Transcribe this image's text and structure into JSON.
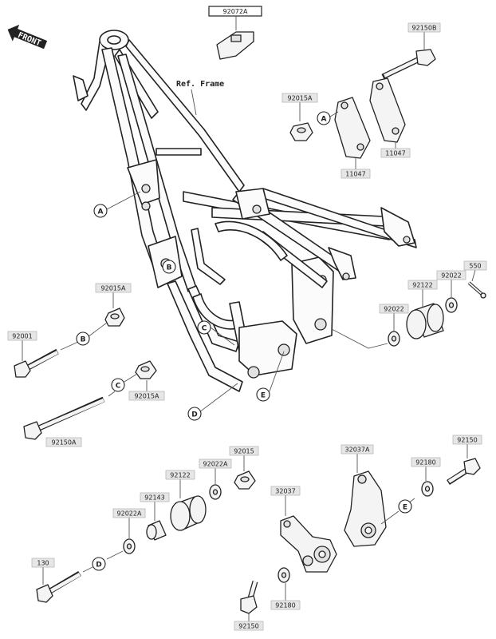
{
  "front_label": "FRONT",
  "ref_frame_label": "Ref. Frame",
  "part_labels": {
    "p92072A": "92072A",
    "p92150B": "92150B",
    "p92015A_top": "92015A",
    "p11047_a": "11047",
    "p11047_b": "11047",
    "p92015A_left": "92015A",
    "p92001": "92001",
    "p92015A_mid": "92015A",
    "p92150A": "92150A",
    "p550": "550",
    "p92022_r1": "92022",
    "p92122_r": "92122",
    "p92022_r2": "92022",
    "p92015_b": "92015",
    "p92022A_b": "92022A",
    "p92122_b": "92122",
    "p92143": "92143",
    "p92022A_l": "92022A",
    "p130": "130",
    "p32037A": "32037A",
    "p32037": "32037",
    "p92180_r": "92180",
    "p92150_r": "92150",
    "p92180_b": "92180",
    "p92150_b": "92150"
  },
  "ref_marks": {
    "A1": "A",
    "A2": "A",
    "B1": "B",
    "B2": "B",
    "C1": "C",
    "C2": "C",
    "D1": "D",
    "D2": "D",
    "E1": "E",
    "E2": "E"
  }
}
